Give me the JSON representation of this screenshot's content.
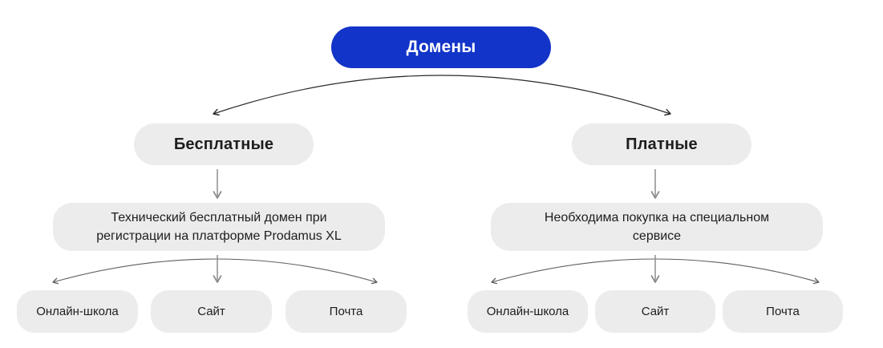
{
  "colors": {
    "accent_blue": "#1234c8",
    "node_gray": "#ececec",
    "text_dark": "#1d1d1d",
    "text_white": "#ffffff",
    "arrow_dark": "#2a2a2a",
    "arrow_mid": "#5f5f5f",
    "arrow_gray": "#8e8e8e",
    "canvas_bg": "#ffffff"
  },
  "root": {
    "label": "Домены"
  },
  "branches": [
    {
      "label": "Бесплатные",
      "description": "Технический бесплатный домен при регистрации на платформе Prodamus XL",
      "leaves": [
        {
          "label": "Онлайн-школа"
        },
        {
          "label": "Сайт"
        },
        {
          "label": "Почта"
        }
      ]
    },
    {
      "label": "Платные",
      "description": "Необходима покупка на специальном сервисе",
      "leaves": [
        {
          "label": "Онлайн-школа"
        },
        {
          "label": "Сайт"
        },
        {
          "label": "Почта"
        }
      ]
    }
  ]
}
